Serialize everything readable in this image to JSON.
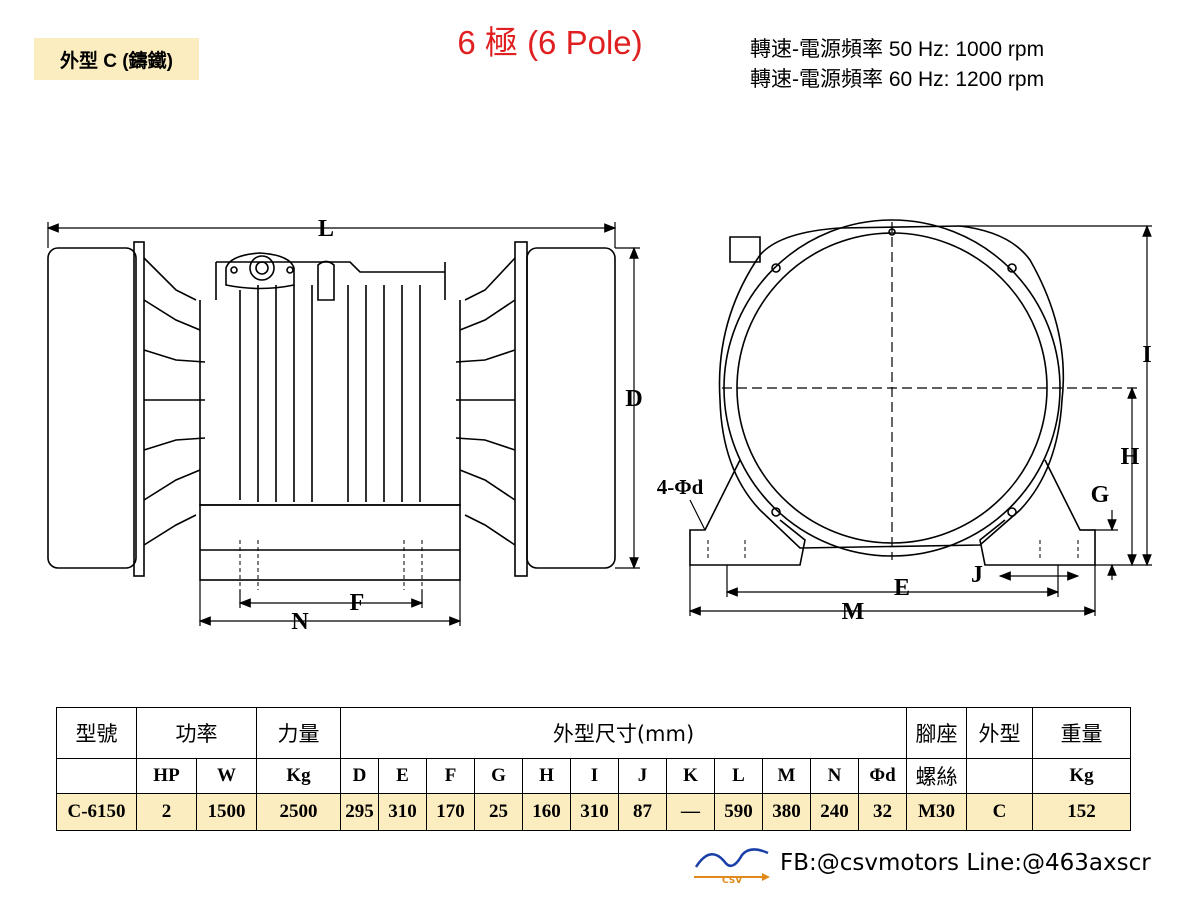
{
  "header": {
    "type_label": "外型 C (鑄鐵)",
    "title": "6  極 (6 Pole)",
    "speed_50hz": "轉速-電源頻率 50 Hz: 1000 rpm",
    "speed_60hz": "轉速-電源頻率 60 Hz: 1200 rpm"
  },
  "drawing": {
    "labels": {
      "L": "L",
      "D": "D",
      "F": "F",
      "N": "N",
      "I": "I",
      "H": "H",
      "G": "G",
      "J": "J",
      "E": "E",
      "M": "M",
      "hole": "4-Φd"
    }
  },
  "table": {
    "headers_top": [
      "型號",
      "功率",
      "力量",
      "外型尺寸(mm)",
      "腳座",
      "外型",
      "重量"
    ],
    "headers_sub": [
      "",
      "HP",
      "W",
      "Kg",
      "D",
      "E",
      "F",
      "G",
      "H",
      "I",
      "J",
      "K",
      "L",
      "M",
      "N",
      "Φd",
      "螺絲",
      "",
      "Kg"
    ],
    "row": [
      "C-6150",
      "2",
      "1500",
      "2500",
      "295",
      "310",
      "170",
      "25",
      "160",
      "310",
      "87",
      "—",
      "590",
      "380",
      "240",
      "32",
      "M30",
      "C",
      "152"
    ]
  },
  "footer": {
    "contact": "FB:@csvmotors  Line:@463axscr",
    "logo_text": "CSV"
  },
  "colors": {
    "accent": "#e02020",
    "highlight": "#fcedc0"
  }
}
